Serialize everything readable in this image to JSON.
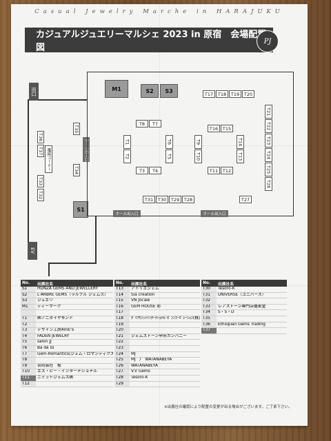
{
  "header": {
    "top_text": "Casual Jewelry Marche in HARAJUKU",
    "title": "カジュアルジュエリーマルシェ 2023 in 原宿　会場配置図",
    "logo_text": "PJ"
  },
  "map": {
    "exit": "出口",
    "ev": "EV",
    "stairs": "階段コーナー",
    "hall_entrance_left": "ホール出入口",
    "hall_entrance_bottom_left": "ホール出入口",
    "hall_entrance_bottom_right": "ホール出入口",
    "booths": {
      "M1": "M1",
      "S2": "S2",
      "S3": "S3",
      "S1": "S1",
      "T1": "T1",
      "T2": "T2",
      "T3": "T3",
      "T4": "T4",
      "T5": "T5",
      "T6": "T6",
      "T7": "T7",
      "T8": "T8",
      "T9": "T9",
      "T10": "T10",
      "T11": "T11",
      "T12": "T12",
      "T13": "T13",
      "T14": "T14",
      "T15": "T15",
      "T16": "T16",
      "T17": "T17",
      "T18": "T18",
      "T19": "T19",
      "T20": "T20",
      "T21": "T21",
      "T22": "T22",
      "T23": "T23",
      "T24": "T24",
      "T25": "T25",
      "T26": "T26",
      "T27": "T27",
      "T28": "T28",
      "T29": "T29",
      "T30": "T30",
      "T31": "T31",
      "T32": "T32",
      "T33": "T33",
      "T34": "T34",
      "T35": "T35",
      "T36": "T36",
      "T37": "T37"
    }
  },
  "tables": {
    "header_no": "No.",
    "header_name": "出展社名",
    "col1": [
      {
        "no": "S1",
        "name": "HUNZA GEMS AND JEWELLERY"
      },
      {
        "no": "S2",
        "name": "L'ARBRE GEMS（ラルブル ジェムズ）"
      },
      {
        "no": "S3",
        "name": "ジュエリ"
      },
      {
        "no": "M1",
        "name": "ディーマーク"
      },
      {
        "no": "",
        "name": ""
      },
      {
        "no": "T1",
        "name": "㈱アニダイヤモンド"
      },
      {
        "no": "T2",
        "name": ""
      },
      {
        "no": "T3",
        "name": "デザイン工房AmE'S"
      },
      {
        "no": "T4",
        "name": "FADEN JEWELRY"
      },
      {
        "no": "T5",
        "name": "salon JJ"
      },
      {
        "no": "T6",
        "name": "Ba da ss"
      },
      {
        "no": "T7",
        "name": "Gem-Romantics(ジェム・ロマンティクス)"
      },
      {
        "no": "T8",
        "name": ""
      },
      {
        "no": "T9",
        "name": "合同会社　桜"
      },
      {
        "no": "T10",
        "name": "エス・ピー・インターナショナル"
      },
      {
        "no": "T11",
        "name": "ニミットジェムズ㈱"
      },
      {
        "no": "T12",
        "name": ""
      }
    ],
    "col2": [
      {
        "no": "T13",
        "name": "アトリエジェム"
      },
      {
        "no": "T14",
        "name": "Sia creation"
      },
      {
        "no": "T15",
        "name": "VN Jocale"
      },
      {
        "no": "T16",
        "name": "GEM HOUSE 彩"
      },
      {
        "no": "T17",
        "name": ""
      },
      {
        "no": "T18",
        "name": "ﾀﾞｲｱﾓﾝｯﾄｲﾝﾀｰﾅｼｮﾅﾙ･ｾﾞﾝﾝｺｰﾎﾟﾚｰｼｮﾝ(株)"
      },
      {
        "no": "T19",
        "name": ""
      },
      {
        "no": "T20",
        "name": ""
      },
      {
        "no": "T21",
        "name": "ジェムストーン甲府カンパニー"
      },
      {
        "no": "T22",
        "name": ""
      },
      {
        "no": "T23",
        "name": ""
      },
      {
        "no": "T24",
        "name": "MJ"
      },
      {
        "no": "T25",
        "name": "MJ　/　WATANABEYA"
      },
      {
        "no": "T26",
        "name": "WATANABEYA"
      },
      {
        "no": "T27",
        "name": "V.V Gems"
      },
      {
        "no": "T28",
        "name": "Tesoro-K"
      },
      {
        "no": "T29",
        "name": ""
      }
    ],
    "col3": [
      {
        "no": "T30",
        "name": "Tesoro-K"
      },
      {
        "no": "T31",
        "name": "UNIVERSE（ユニバース）"
      },
      {
        "no": "T32",
        "name": ""
      },
      {
        "no": "T33",
        "name": "レアストーン専門店優美堂"
      },
      {
        "no": "T34",
        "name": "S・S・D"
      },
      {
        "no": "T35",
        "name": ""
      },
      {
        "no": "T36",
        "name": "Ethiopian Gems Trading"
      },
      {
        "no": "T37",
        "name": ""
      }
    ]
  },
  "footnote": "※出展社の確認により配置の変更が出る場合がございます。ご了承下さい。"
}
